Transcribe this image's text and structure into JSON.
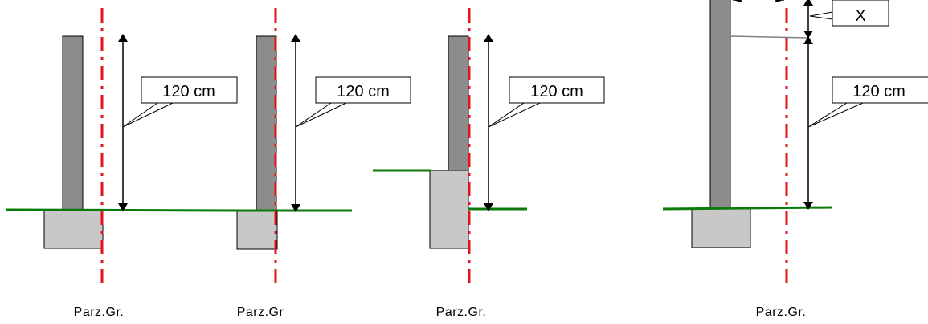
{
  "diagram": {
    "panels": [
      {
        "height_label": "120 cm",
        "boundary_label": "Parz.Gr."
      },
      {
        "height_label": "120 cm",
        "boundary_label": "Parz.Gr"
      },
      {
        "height_label": "120 cm",
        "boundary_label": "Parz.Gr."
      },
      {
        "height_label": "120 cm",
        "boundary_label": "Parz.Gr.",
        "offset_label": "X"
      }
    ],
    "colors": {
      "post": "#8c8c8c",
      "foundation": "#c8c8c8",
      "ground": "#0a7a0a",
      "boundary_line": "#e0141e",
      "arrow": "#000000",
      "label_box": "#ffffff"
    }
  }
}
